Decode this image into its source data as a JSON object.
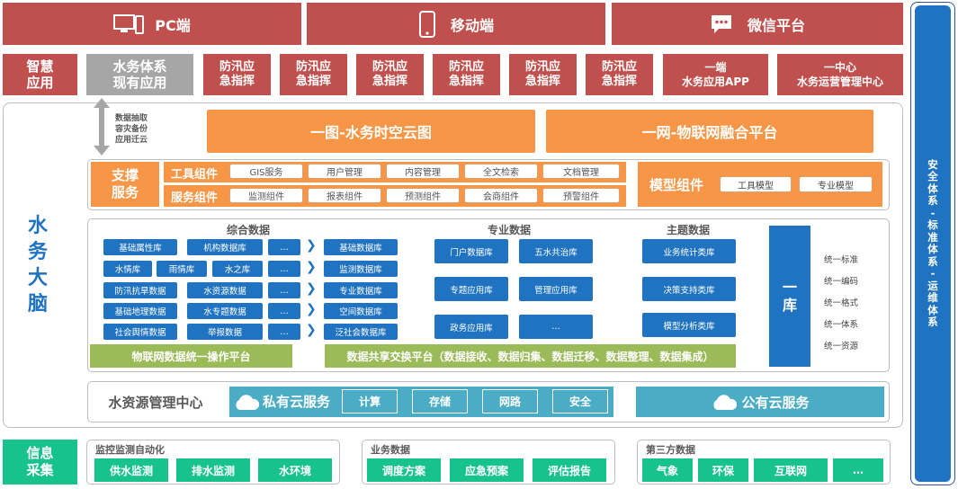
{
  "top": {
    "pc": {
      "icon": "monitor-phone-icon",
      "label": "PC端"
    },
    "mobile": {
      "icon": "smartphone-icon",
      "label": "移动端"
    },
    "wechat": {
      "icon": "chat-bubble-icon",
      "label": "微信平台"
    }
  },
  "apps": {
    "title": "智慧\n应用",
    "existing": "水务体系\n现有应用",
    "items": [
      "防汛应\n急指挥",
      "防汛应\n急指挥",
      "防汛应\n急指挥",
      "防汛应\n急指挥",
      "防汛应\n急指挥",
      "防汛应\n急指挥"
    ],
    "app": "一端\n水务应用APP",
    "center": "一中心\n水务运营管理中心"
  },
  "brain": {
    "title": "水\n务\n大\n脑",
    "migrate_note": "数据抽取\n容灾备份\n应用迁云",
    "map": "一图-水务时空云图",
    "iot": "一网-物联网融合平台"
  },
  "support": {
    "title": "支撑\n服务",
    "tool_label": "工具组件",
    "tools": [
      "GIS服务",
      "用户管理",
      "内容管理",
      "全文检索",
      "文档管理"
    ],
    "service_label": "服务组件",
    "services": [
      "监测组件",
      "报表组件",
      "预测组件",
      "会商组件",
      "预警组件"
    ],
    "model_label": "模型组件",
    "models": [
      "工具模型",
      "专业模型"
    ]
  },
  "data": {
    "comprehensive": "综合数据",
    "professional": "专业数据",
    "thematic": "主题数据",
    "comp_rows": [
      [
        "基础属性库",
        "机构数据库",
        "…"
      ],
      [
        "水情库",
        "雨情库",
        "水之库",
        "…"
      ],
      [
        "防汛抗旱数据",
        "水资源数据",
        "…"
      ],
      [
        "基础地理数据",
        "水专题数据",
        "…"
      ],
      [
        "社会舆情数据",
        "举报数据",
        "…"
      ]
    ],
    "comp_targets": [
      "基础数据库",
      "监测数据库",
      "专业数据库",
      "空间数据库",
      "泛社会数据库"
    ],
    "prof": [
      "门户数据库",
      "五水共治库",
      "专题应用库",
      "管理应用库",
      "政务应用库",
      "…"
    ],
    "theme": [
      "业务统计类库",
      "决策支持类库",
      "模型分析类库"
    ],
    "ku": "一\n库",
    "unify": [
      "统一标准",
      "统一编码",
      "统一格式",
      "统一体系",
      "统一资源"
    ],
    "iot_platform": "物联网数据统一操作平台",
    "exchange": "数据共享交换平台（数据接收、数据归集、数据迁移、数据整理、数据集成）"
  },
  "cloud": {
    "center": "水资源管理中心",
    "private": "私有云服务",
    "private_items": [
      "计算",
      "存储",
      "网路",
      "安全"
    ],
    "public": "公有云服务"
  },
  "collect": {
    "title": "信息\n采集",
    "groups": [
      {
        "label": "监控监测自动化",
        "items": [
          "供水监测",
          "排水监测",
          "水环境"
        ]
      },
      {
        "label": "业务数据",
        "items": [
          "调度方案",
          "应急预案",
          "评估报告"
        ]
      },
      {
        "label": "第三方数据",
        "items": [
          "气象",
          "环保",
          "互联网",
          "…"
        ]
      }
    ]
  },
  "side": "安\n全\n体\n系\n-\n标\n准\n体\n系\n-\n运\n维\n体\n系",
  "colors": {
    "red": "#c0504d",
    "orange": "#f79646",
    "blue": "#1f73c0",
    "green": "#9bbb59",
    "teal": "#4bacc6",
    "mint": "#17c28c",
    "grey": "#a6a6a6"
  }
}
